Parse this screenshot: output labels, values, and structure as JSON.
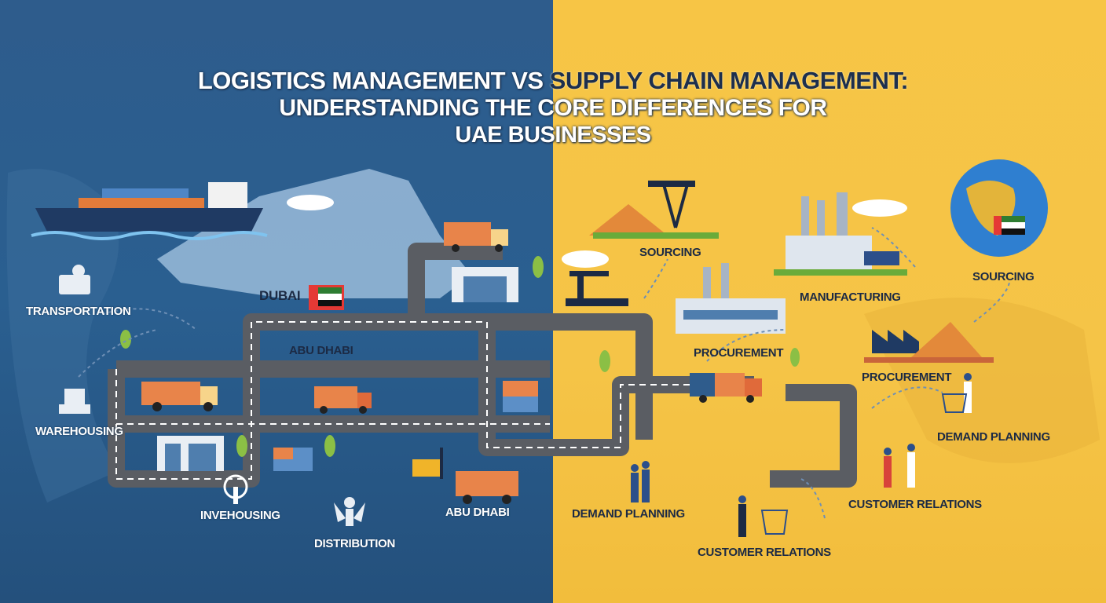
{
  "title": {
    "line1_left": "LOGISTICS MANAGEMENT VS ",
    "line1_right": "SUPPLY CHAIN MANAGEMENT:",
    "line2": "UNDERSTANDING THE CORE DIFFERENCES FOR",
    "line3": "UAE BUSINESSES"
  },
  "logistics_side": {
    "labels": {
      "transportation": "TRANSPORTATION",
      "warehousing": "WAREHOUSING",
      "invehousing": "INVEHOUSING",
      "distribution": "DISTRIBUTION",
      "dubai": "DUBAI",
      "abu_dhabi_map": "ABU DHABI",
      "abu_dhabi_truck": "ABU DHABI"
    }
  },
  "supply_chain_side": {
    "labels": {
      "sourcing_1": "SOURCING",
      "sourcing_2": "SOURCING",
      "manufacturing": "MANUFACTURING",
      "procurement_1": "PROCUREMENT",
      "procurement_2": "PROCUREMENT",
      "demand_planning_1": "DEMAND PLANNING",
      "demand_planning_2": "DEMAND PLANNING",
      "customer_relations_1": "CUSTOMER RELATIONS",
      "customer_relations_2": "CUSTOMER RELATIONS"
    }
  },
  "colors": {
    "logistics_bg": "#2e5c8c",
    "supply_chain_bg": "#f5c447",
    "road": "#5a5d63",
    "truck_cargo": "#e8844a"
  }
}
